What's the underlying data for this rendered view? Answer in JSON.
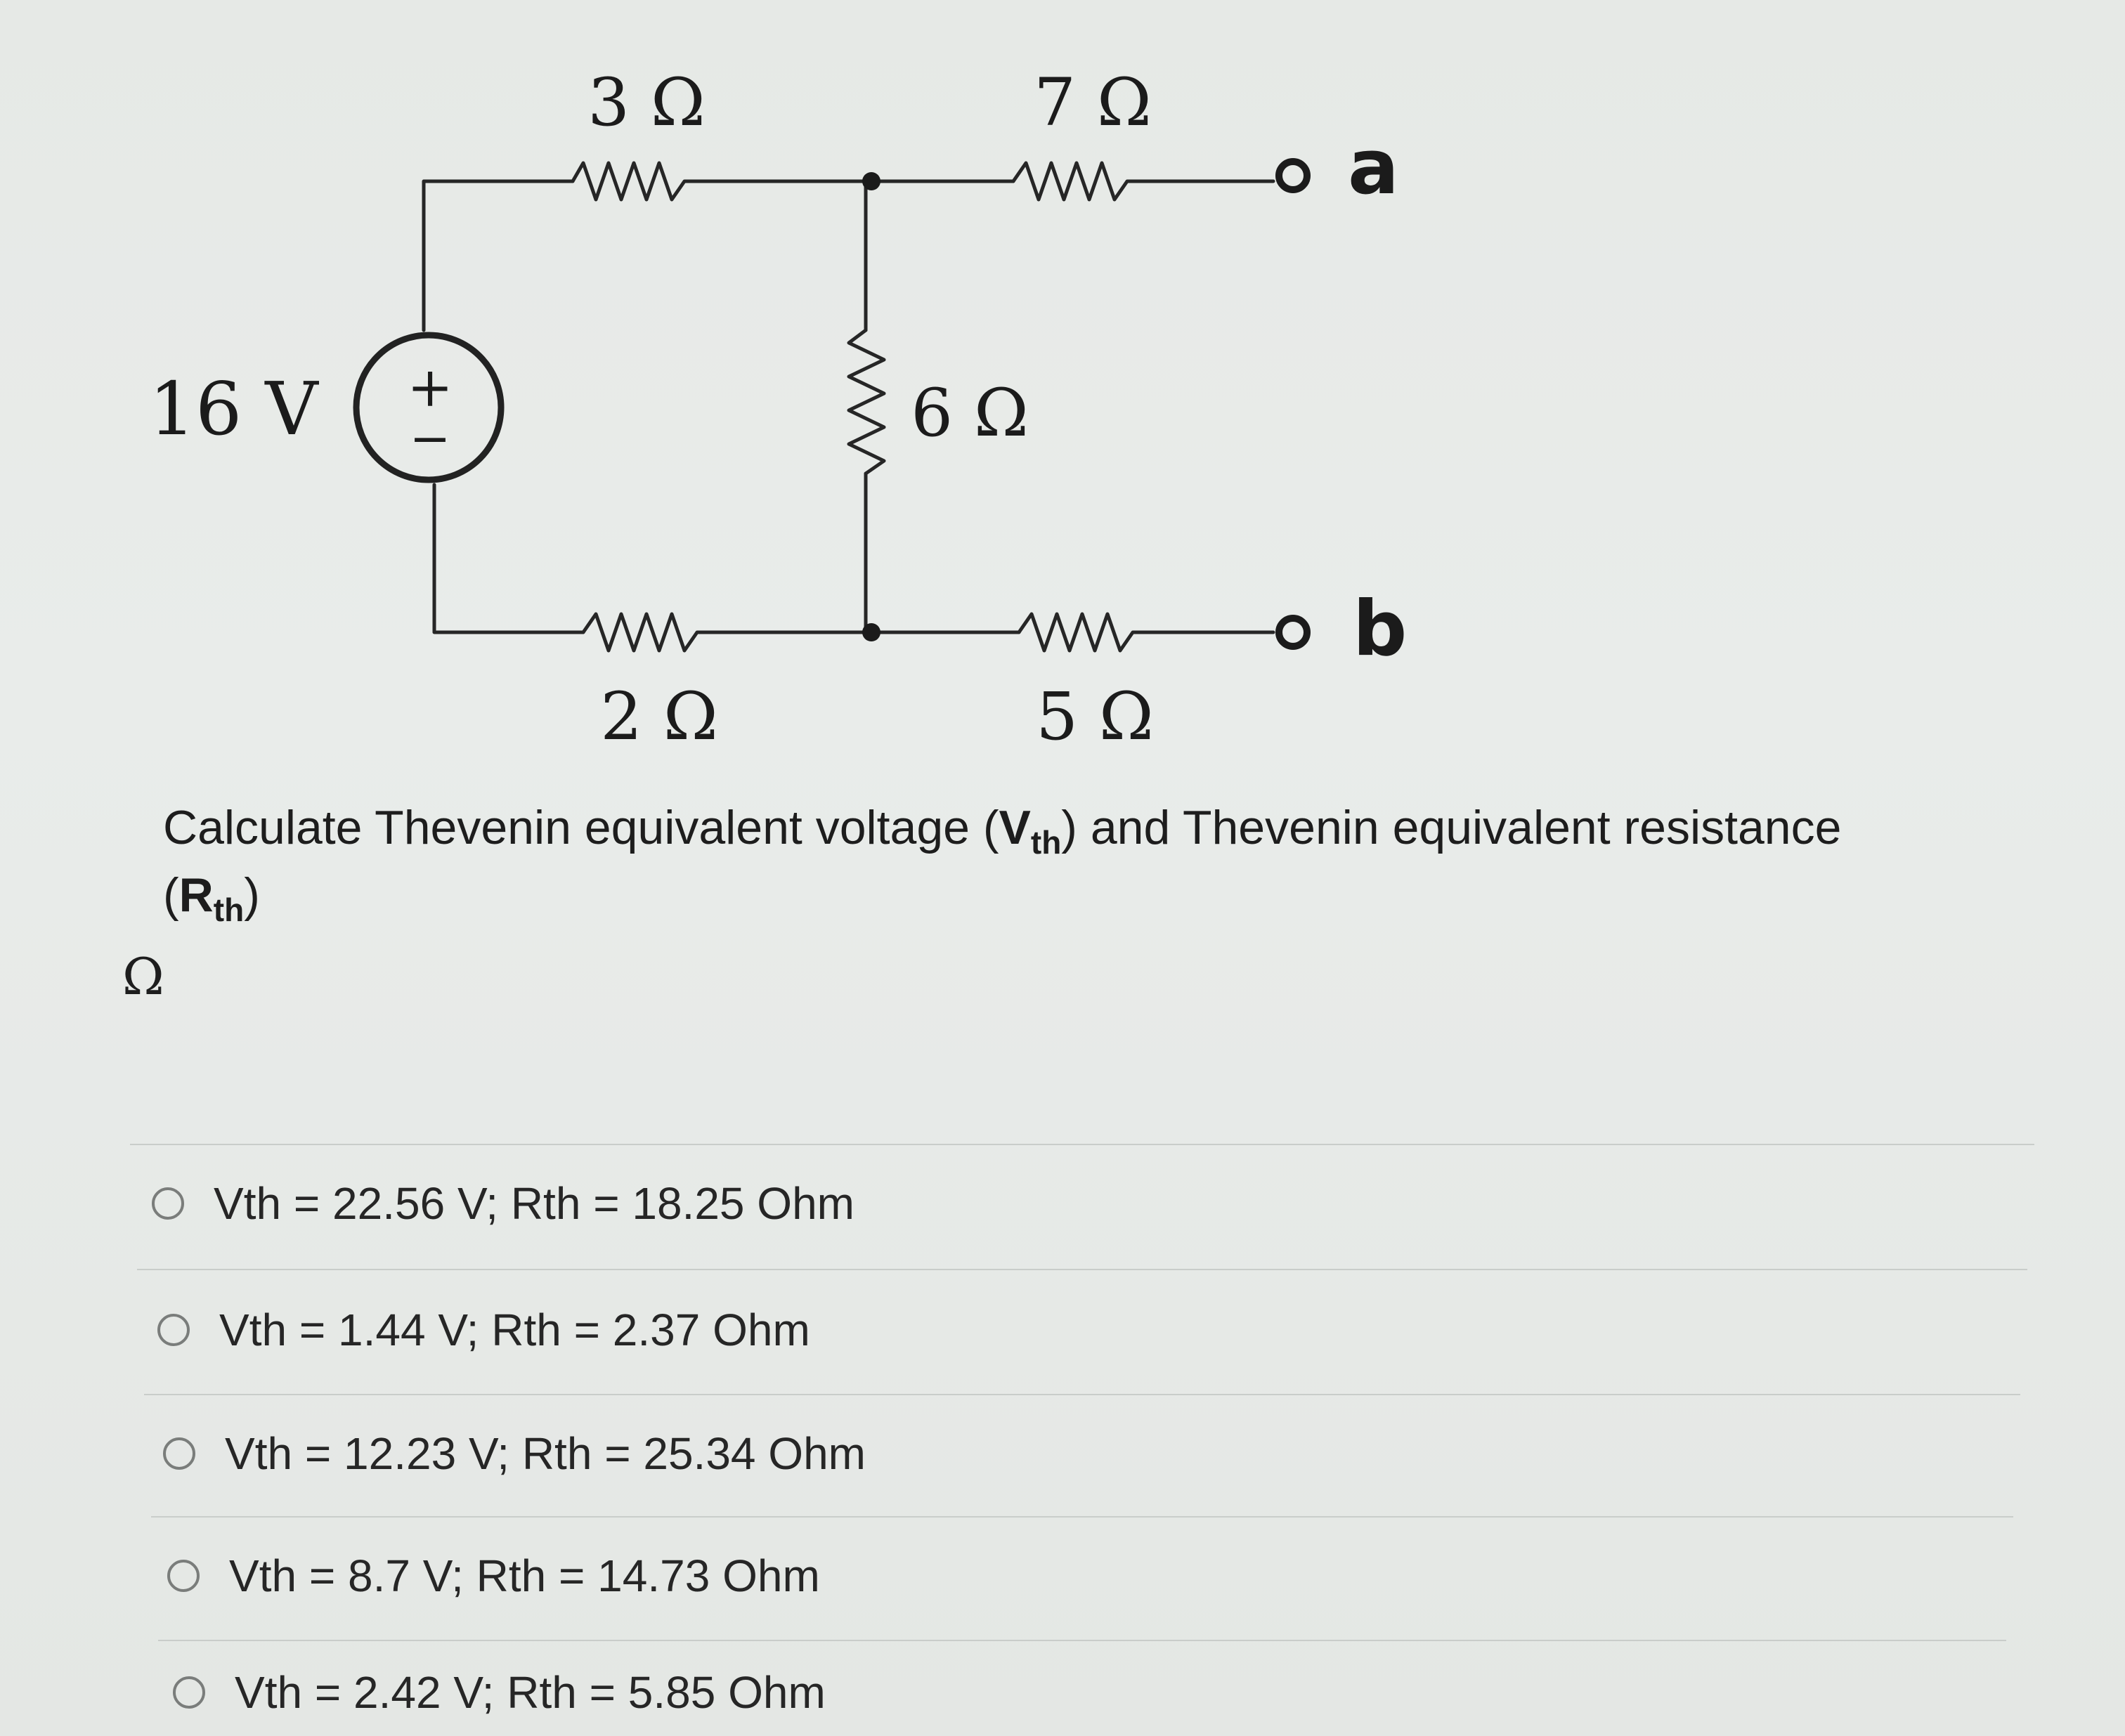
{
  "circuit": {
    "source_label": "16 V",
    "source_plus": "+",
    "source_minus": "−",
    "r_top_left": "3 Ω",
    "r_top_right": "7 Ω",
    "r_middle": "6 Ω",
    "r_bottom_left": "2 Ω",
    "r_bottom_right": "5 Ω",
    "terminal_a": "a",
    "terminal_b": "b"
  },
  "question": {
    "text_1": "Calculate Thevenin equivalent voltage (",
    "v_sym": "V",
    "v_sub": "th",
    "text_2": ") and Thevenin equivalent resistance",
    "text_3": "(",
    "r_sym": "R",
    "r_sub": "th",
    "text_4": ")"
  },
  "unit_symbol": "Ω",
  "options": [
    {
      "label": "Vth = 22.56 V; Rth = 18.25 Ohm",
      "selected": false
    },
    {
      "label": "Vth = 1.44 V; Rth = 2.37 Ohm",
      "selected": false
    },
    {
      "label": "Vth = 12.23 V; Rth = 25.34 Ohm",
      "selected": false
    },
    {
      "label": "Vth = 8.7 V; Rth = 14.73 Ohm",
      "selected": false
    },
    {
      "label": "Vth = 2.42 V; Rth = 5.85 Ohm",
      "selected": false
    }
  ]
}
